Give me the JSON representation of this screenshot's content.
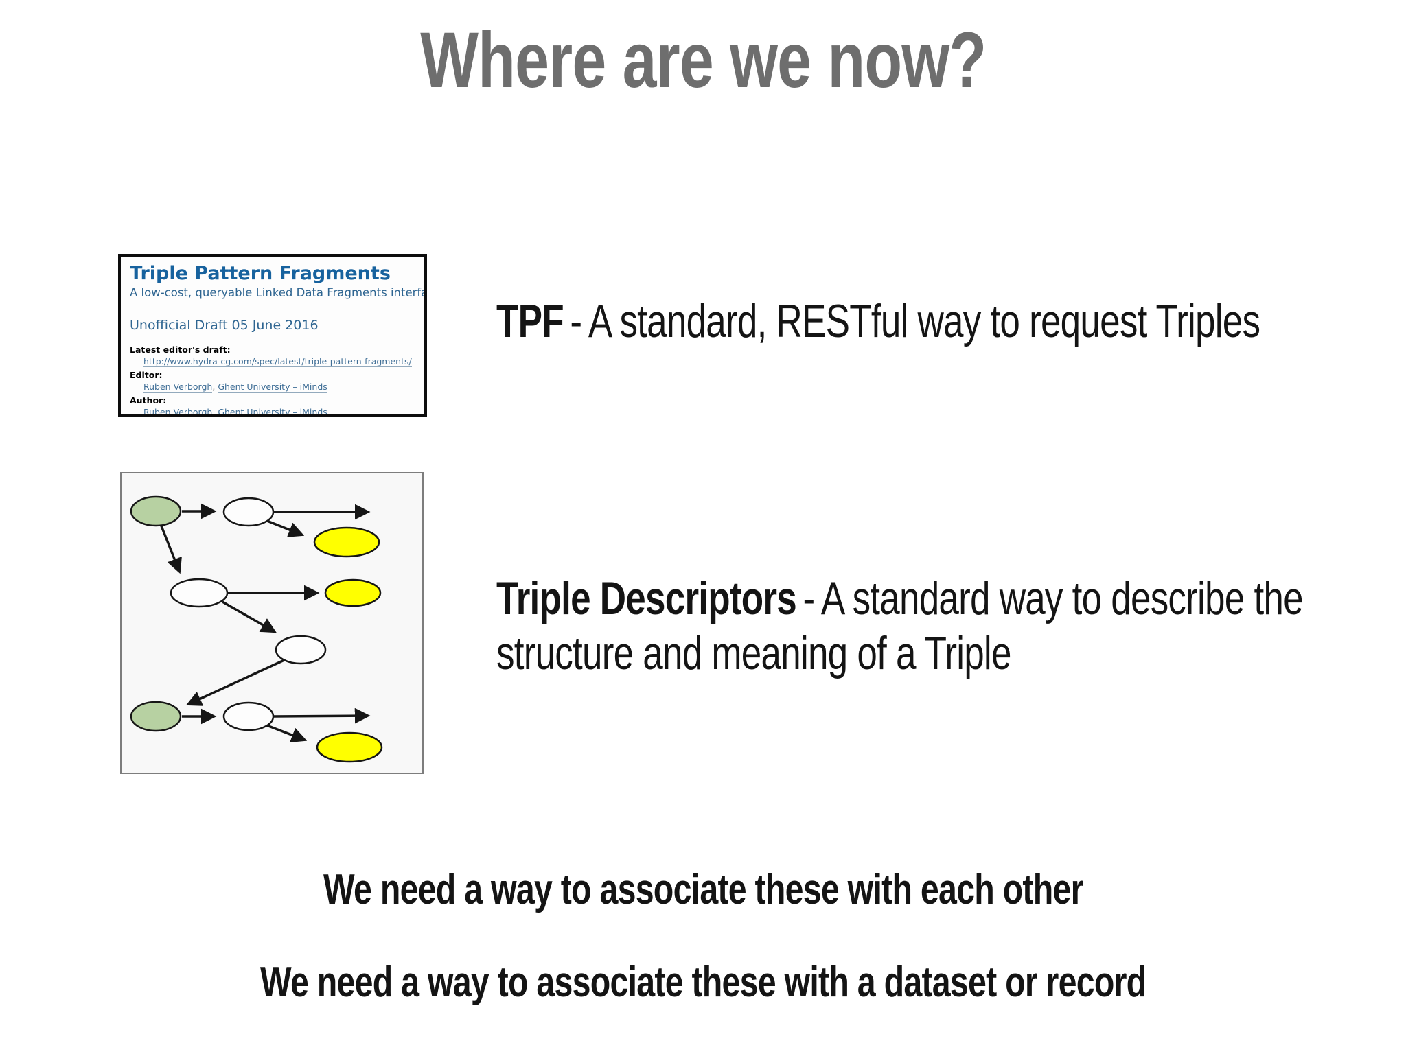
{
  "title": "Where are we now?",
  "spec_document": {
    "title": "Triple Pattern Fragments",
    "subtitle": "A low-cost, queryable Linked Data Fragments interface",
    "status": "Unofficial Draft 05 June 2016",
    "latest_draft_label": "Latest editor's draft:",
    "latest_draft_url": "http://www.hydra-cg.com/spec/latest/triple-pattern-fragments/",
    "editor_label": "Editor:",
    "editor_name": "Ruben Verborgh",
    "editor_affiliation": "Ghent University – iMinds",
    "author_label": "Author:",
    "author_name": "Ruben Verborgh",
    "author_affiliation": "Ghent University – iMinds",
    "separator": ","
  },
  "points": [
    {
      "term": "TPF",
      "separator": "-",
      "description": "A standard, RESTful way to request Triples"
    },
    {
      "term": "Triple Descriptors",
      "separator": "-",
      "description": "A standard way to describe the structure and meaning of a Triple"
    }
  ],
  "notes": [
    "We need a way to associate these with each other",
    "We need a way to associate these with a dataset or record"
  ],
  "diagram": {
    "description": "Triple graph: subject, predicate and object nodes linked by arrows",
    "node_colors": {
      "subject": "#b7d1a2",
      "predicate": "#fdfdfd",
      "object": "#ffff00"
    },
    "edge_color": "#161616",
    "background": "#f8f8f8"
  },
  "colors": {
    "title_gray": "#6e6e6e",
    "spec_heading_blue": "#17629e",
    "spec_text_blue": "#2e6591",
    "link_blue": "#3f6e96",
    "body_text": "#141414"
  }
}
